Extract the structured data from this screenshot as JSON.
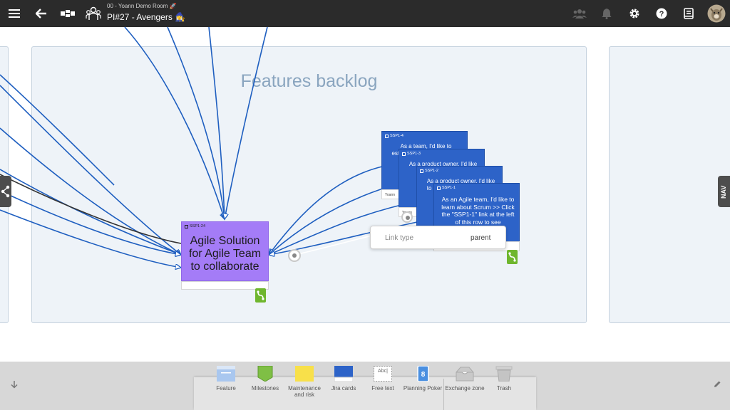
{
  "header": {
    "room_subtitle": "00 - Yoann Demo Room 🚀",
    "board_title": "PI#27 - Avengers 🧙‍♀️",
    "avatar_label": "user avatar"
  },
  "zones": {
    "features_backlog_title": "Features backlog"
  },
  "side_tabs": {
    "right_label": "NAV"
  },
  "cards": {
    "feature": {
      "id": "SSP1-24",
      "text": "Agile Solution for Agile Team to collaborate",
      "color": "#a47cf7"
    },
    "jira": [
      {
        "id": "SSP1-4",
        "text": "As a team, I'd like to estimate the Points the self this"
      },
      {
        "id": "SSP1-3",
        "text": "As a product owner, I'd like to rank I pro ord stor"
      },
      {
        "id": "SSP1-2",
        "text": "As a product owner, I'd like to expe user and p Try c \"+ Cr"
      },
      {
        "id": "SSP1-1",
        "text": "As an Agile team, I'd like to learn about Scrum >> Click the \"SSP1-1\" link at the left of this row to see"
      }
    ],
    "jira_color": "#2d63c8",
    "footer_user": "Yoann",
    "footer_user2": "Yoann"
  },
  "tooltip": {
    "key": "Link type",
    "value": "parent"
  },
  "toolbar": {
    "items": [
      {
        "label": "Feature",
        "icon": "feature-card-icon"
      },
      {
        "label": "Milestones",
        "icon": "milestone-icon"
      },
      {
        "label": "Maintenance and risk",
        "icon": "sticky-note-icon"
      },
      {
        "label": "Jira cards",
        "icon": "jira-card-icon"
      },
      {
        "label": "Free text",
        "icon": "free-text-icon",
        "glyph": "Abc|"
      },
      {
        "label": "Planning Poker",
        "icon": "poker-card-icon",
        "glyph": "8"
      },
      {
        "label": "Exchange zone",
        "icon": "exchange-box-icon"
      },
      {
        "label": "Trash",
        "icon": "trash-icon"
      }
    ]
  },
  "colors": {
    "topbar": "#2b2b2b",
    "link_line": "#1f5fc0",
    "dark_line": "#333333",
    "link_tag": "#6fb62e"
  }
}
